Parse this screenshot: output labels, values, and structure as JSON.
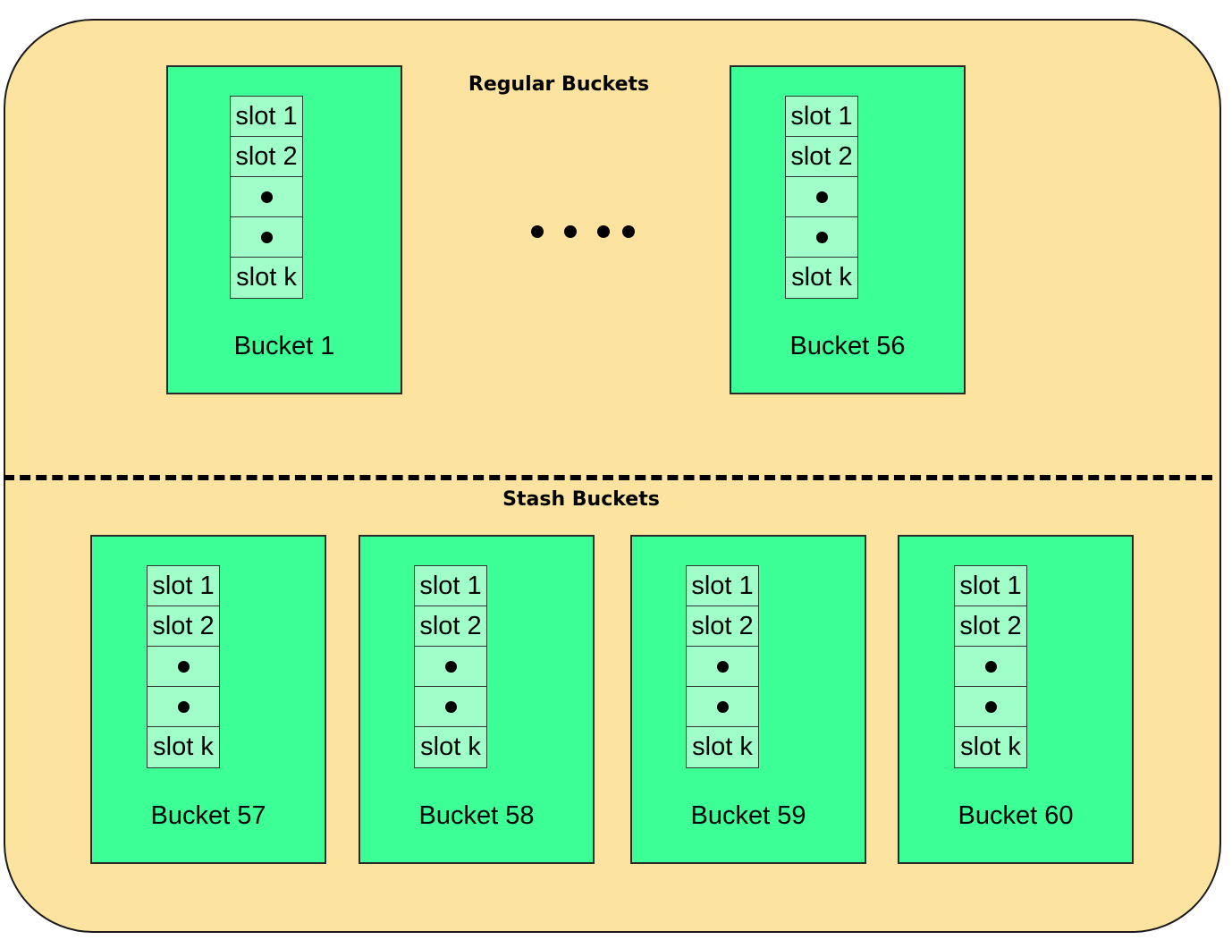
{
  "regular_section": {
    "title": "Regular Buckets"
  },
  "stash_section": {
    "title": "Stash Buckets"
  },
  "buckets": [
    {
      "label": "Bucket 1",
      "slots": [
        "slot 1",
        "slot 2",
        "•",
        "•",
        "slot k"
      ]
    },
    {
      "label": "Bucket 56",
      "slots": [
        "slot 1",
        "slot 2",
        "•",
        "•",
        "slot k"
      ]
    },
    {
      "label": "Bucket 57",
      "slots": [
        "slot 1",
        "slot 2",
        "•",
        "•",
        "slot k"
      ]
    },
    {
      "label": "Bucket 58",
      "slots": [
        "slot 1",
        "slot 2",
        "•",
        "•",
        "slot k"
      ]
    },
    {
      "label": "Bucket 59",
      "slots": [
        "slot 1",
        "slot 2",
        "•",
        "•",
        "slot k"
      ]
    },
    {
      "label": "Bucket 60",
      "slots": [
        "slot 1",
        "slot 2",
        "•",
        "•",
        "slot k"
      ]
    }
  ],
  "colors": {
    "container_fill": "#fce4a0",
    "bucket_fill": "#3cff96",
    "slot_fill": "#a0ffc8"
  }
}
